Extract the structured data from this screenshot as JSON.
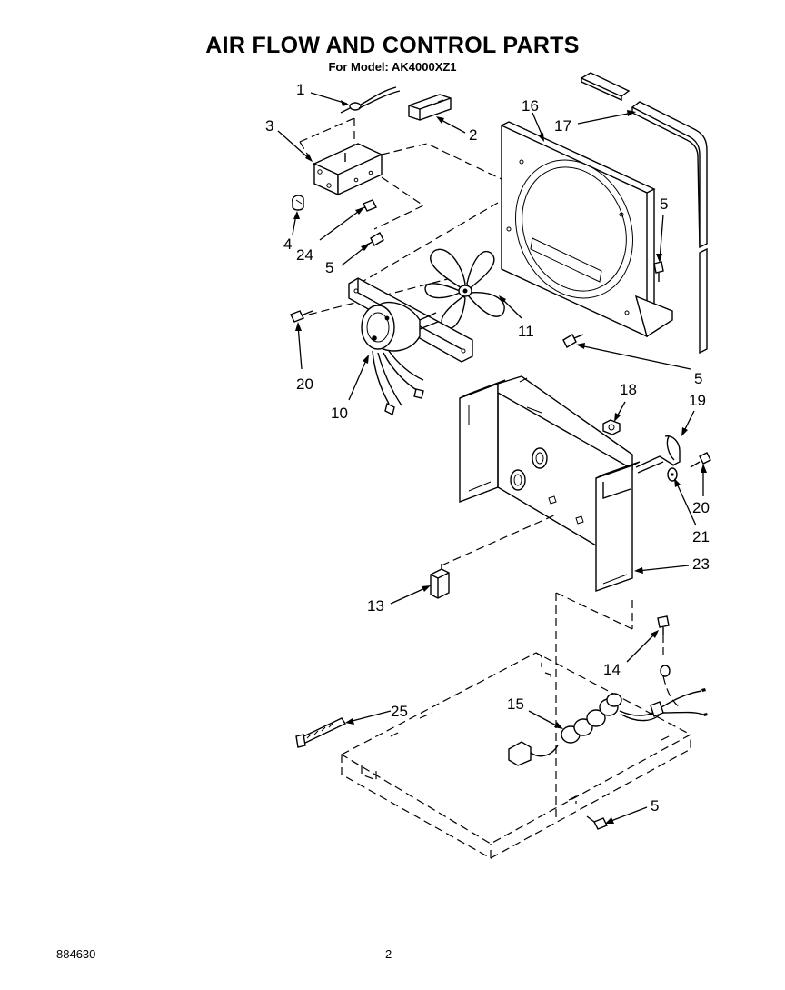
{
  "header": {
    "title": "AIR FLOW AND CONTROL PARTS",
    "subtitle": "For Model: AK4000XZ1"
  },
  "footer": {
    "doc_number": "884630",
    "page_number": "2"
  },
  "callouts": [
    {
      "id": "c1",
      "label": "1"
    },
    {
      "id": "c2",
      "label": "2"
    },
    {
      "id": "c3",
      "label": "3"
    },
    {
      "id": "c4",
      "label": "4"
    },
    {
      "id": "c24",
      "label": "24"
    },
    {
      "id": "c5a",
      "label": "5"
    },
    {
      "id": "c16",
      "label": "16"
    },
    {
      "id": "c17",
      "label": "17"
    },
    {
      "id": "c5b",
      "label": "5"
    },
    {
      "id": "c11",
      "label": "11"
    },
    {
      "id": "c20a",
      "label": "20"
    },
    {
      "id": "c10",
      "label": "10"
    },
    {
      "id": "c5c",
      "label": "5"
    },
    {
      "id": "c18",
      "label": "18"
    },
    {
      "id": "c19",
      "label": "19"
    },
    {
      "id": "c20b",
      "label": "20"
    },
    {
      "id": "c21",
      "label": "21"
    },
    {
      "id": "c23",
      "label": "23"
    },
    {
      "id": "c13",
      "label": "13"
    },
    {
      "id": "c14",
      "label": "14"
    },
    {
      "id": "c25",
      "label": "25"
    },
    {
      "id": "c15",
      "label": "15"
    },
    {
      "id": "c5d",
      "label": "5"
    }
  ]
}
